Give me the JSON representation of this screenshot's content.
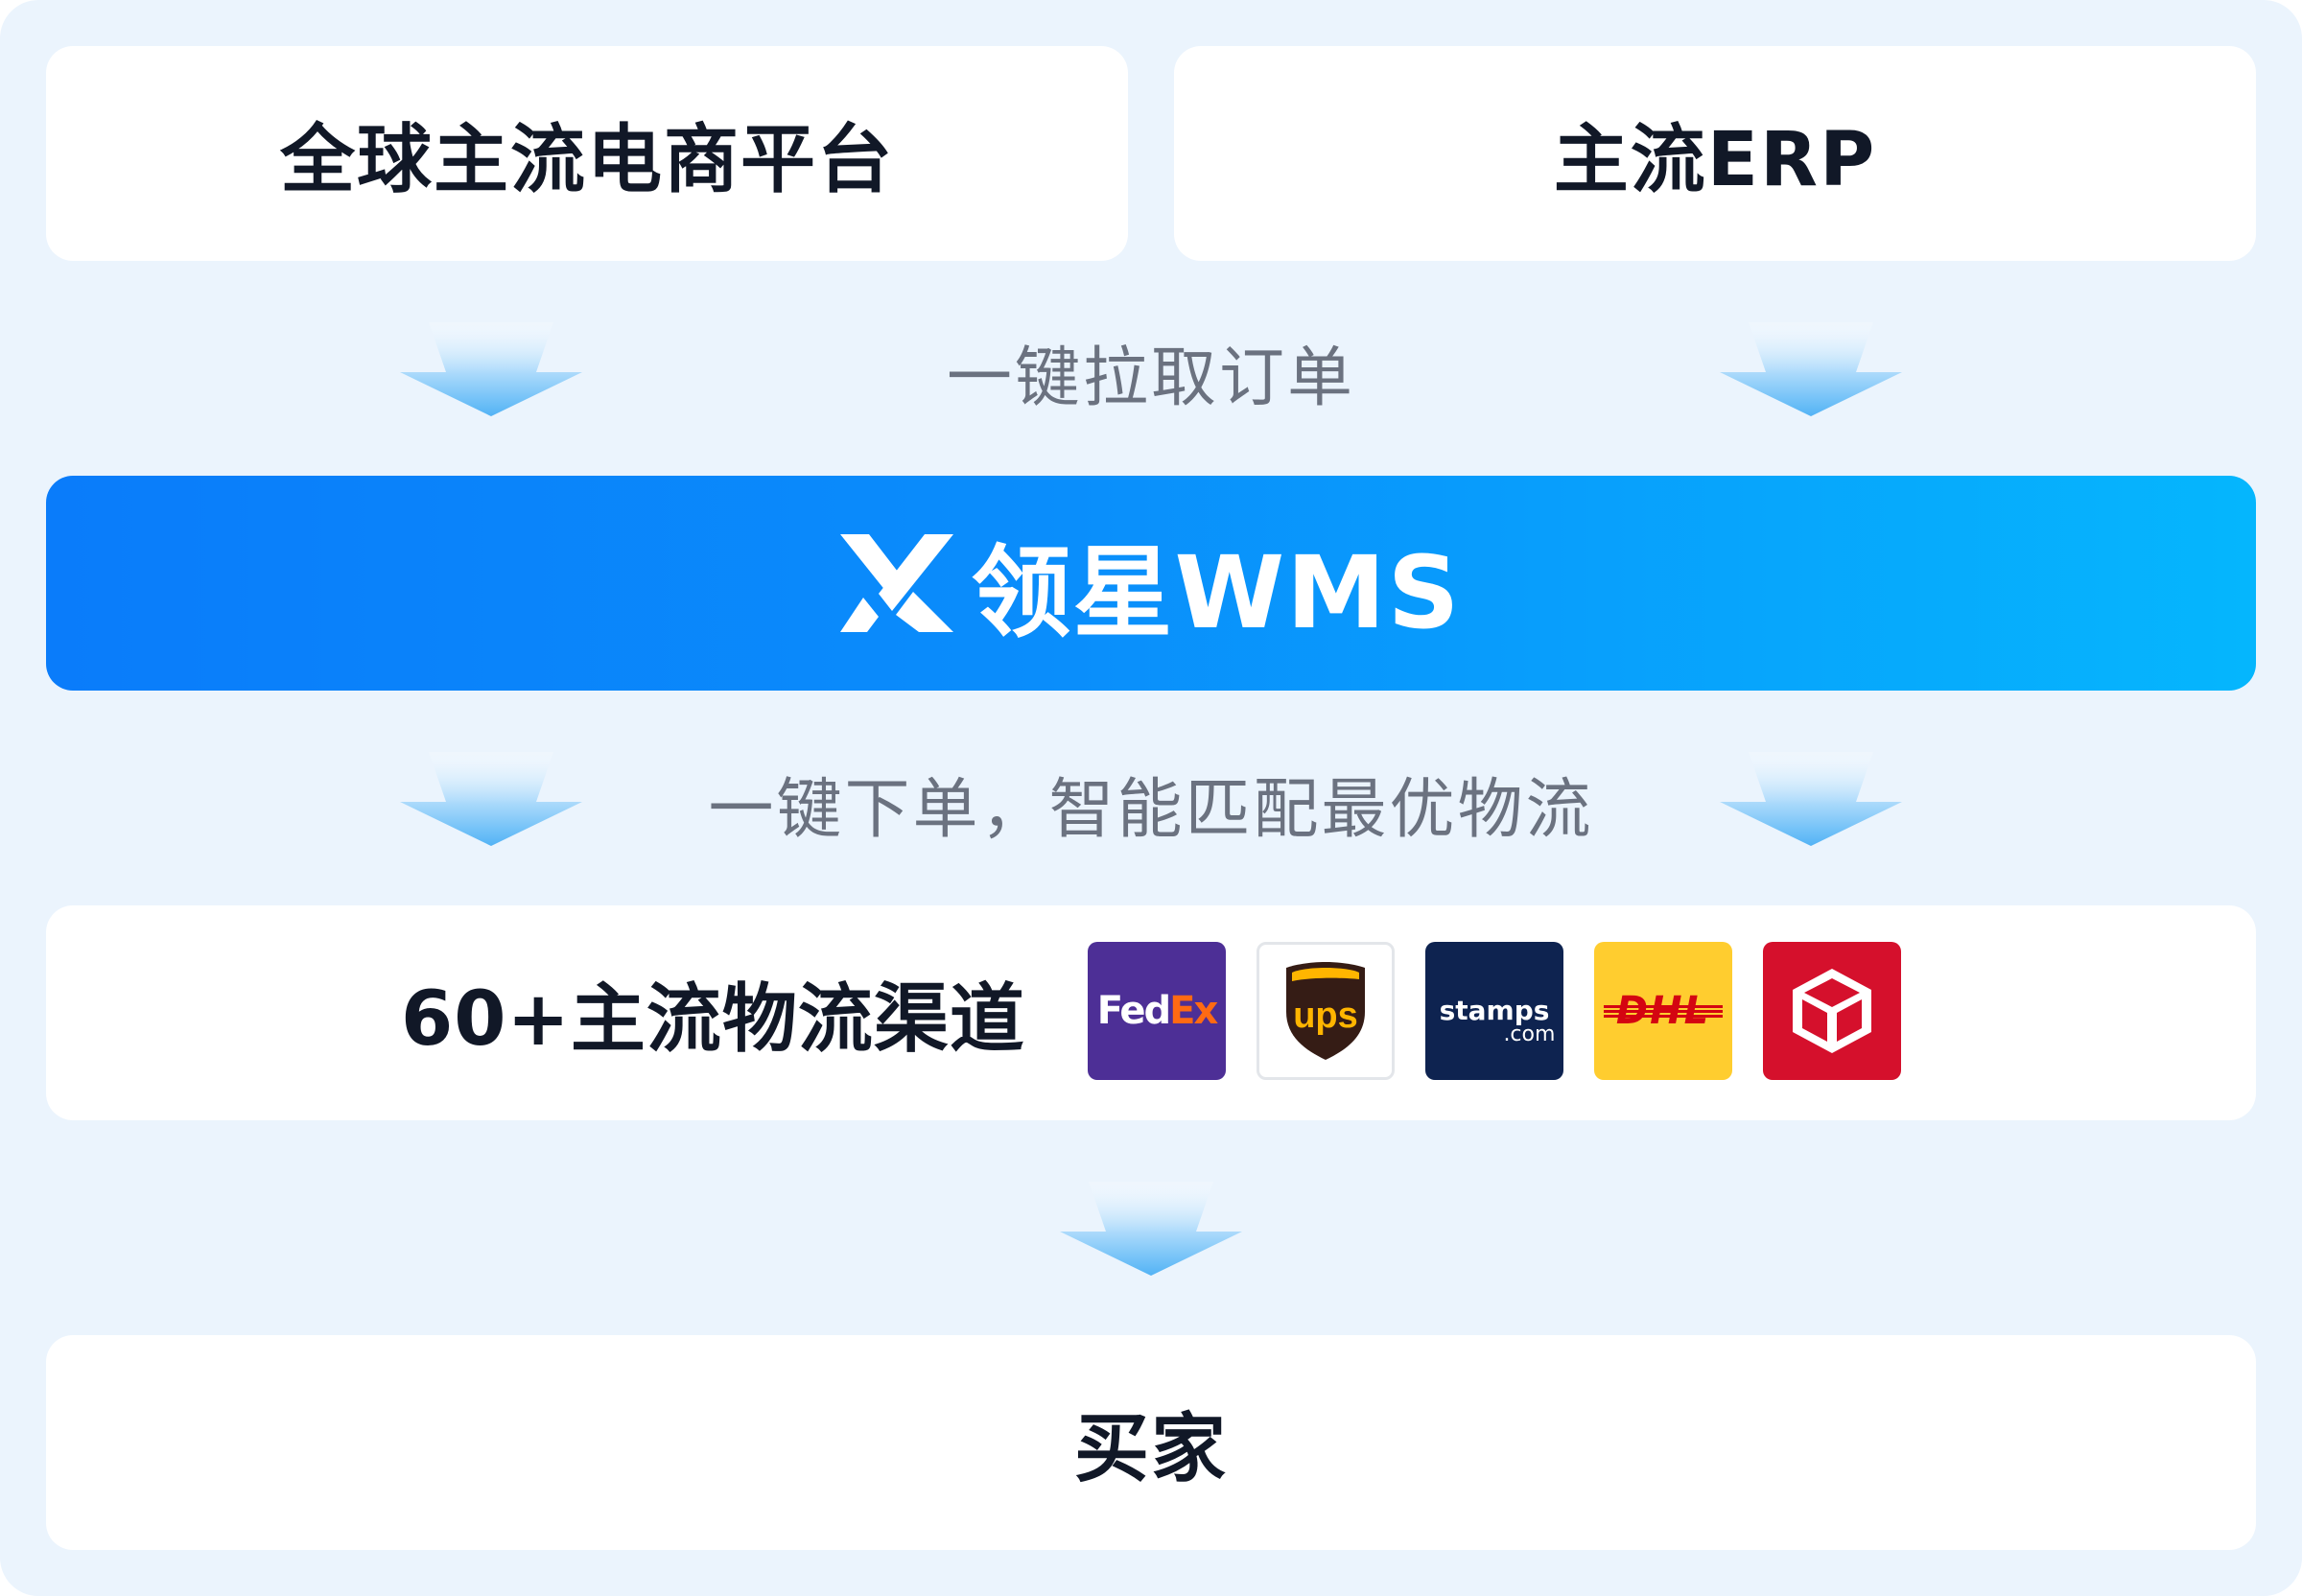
{
  "top": {
    "platforms_label": "全球主流电商平台",
    "erp_label": "主流ERP"
  },
  "step1_label": "一键拉取订单",
  "wms": {
    "name": "领星WMS",
    "logo": "lingxing-x-logo",
    "gradient": [
      "#0a7cfa",
      "#05b6fd"
    ]
  },
  "step2_label": "一键下单，智能匹配最优物流",
  "carriers": {
    "label": "60+主流物流渠道",
    "logos": [
      {
        "icon": "fedex-logo",
        "fed": "Fed",
        "ex": "Ex",
        "color": "#4d2f96"
      },
      {
        "icon": "ups-logo",
        "text": "ups",
        "color": "#351c15"
      },
      {
        "icon": "stamps-logo",
        "text": "stamps",
        "sub": ".com",
        "color": "#0e2350"
      },
      {
        "icon": "dhl-logo",
        "text": "DHL",
        "color": "#ffcd2f"
      },
      {
        "icon": "parcel-box-logo",
        "color": "#d5102c"
      }
    ]
  },
  "buyer_label": "买家",
  "colors": {
    "background": "#ebf4fd",
    "card": "#ffffff",
    "text_dark": "#111827",
    "text_muted": "#6b7280",
    "arrow": "#60b8f6"
  }
}
